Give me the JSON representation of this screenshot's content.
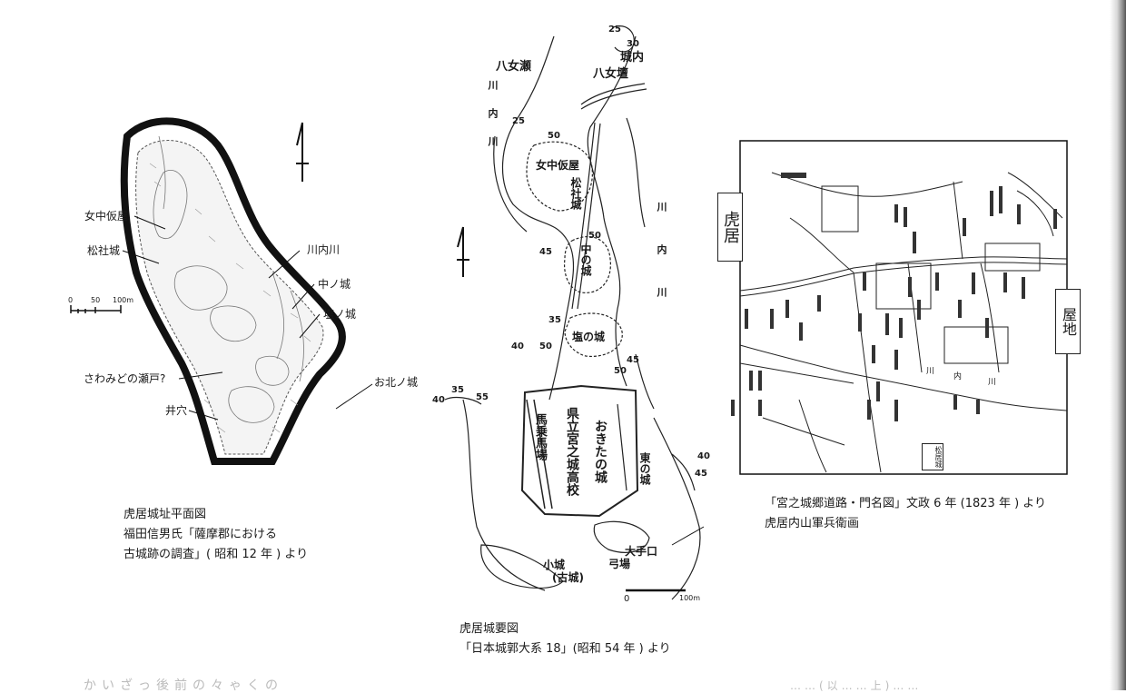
{
  "map1": {
    "labels": {
      "jochu_kariya": "女中仮屋",
      "matsuyashiro": "松社城",
      "sendai_river": "川内川",
      "naka_no_jo": "中ノ城",
      "shio_no_jo": "塩ノ城",
      "sawamidono": "さわみどの瀬戸?",
      "okita_no_jo": "お北ノ城",
      "idoana": "井穴"
    },
    "scale": {
      "zero": "0",
      "fifty": "50",
      "hundred": "100m"
    },
    "caption": {
      "line1": "虎居城址平面図",
      "line2": "福田信男氏「薩摩郡における",
      "line3": "古城跡の調査」( 昭和 12 年 ) より"
    }
  },
  "map2": {
    "labels": {
      "yame_se": "八女瀬",
      "yame_kura": "八女壇",
      "jonai": "城内",
      "river_left": "川内川",
      "river_right": "川内川",
      "jochu_kariya": "女中仮屋",
      "matsuyashiro": "松社城",
      "naka_no_jo": "中の城",
      "shio_no_jo": "塩の城",
      "school": "県立宮之城高校",
      "okita_no_jo": "おきたの城",
      "baba": "馬乗馬場",
      "higashi_no_jo": "東の城",
      "otemon": "大手口",
      "yumiba": "弓場",
      "kojo": "小城",
      "kojo_paren": "(古城)"
    },
    "contours": [
      "25",
      "30",
      "25",
      "50",
      "50",
      "45",
      "35",
      "40",
      "50",
      "45",
      "50",
      "35",
      "55",
      "40",
      "40",
      "45"
    ],
    "scale": {
      "zero": "0",
      "hundred": "100m"
    },
    "caption": {
      "line1": "虎居城要図",
      "line2": "「日本城郭大系 18」(昭和 54 年 ) より"
    }
  },
  "map3": {
    "labels": {
      "torii": "虎居",
      "yashiki": "屋地",
      "kawa": "川",
      "uchi": "内",
      "kawa2": "川",
      "shoe": "松居城"
    },
    "caption": {
      "line1": "「宮之城郷道路・門名図」文政 6 年 (1823 年 ) より",
      "line2": "虎居内山軍兵衛画"
    }
  },
  "footer": {
    "left_text": "かいざっ後前の々ゃくの",
    "right_text": "……(以……上)……"
  }
}
